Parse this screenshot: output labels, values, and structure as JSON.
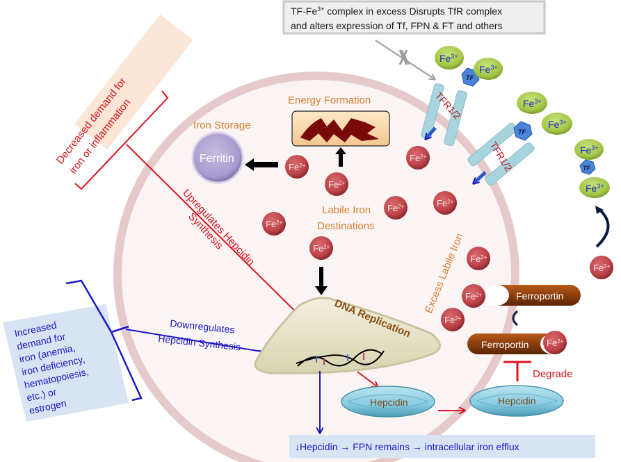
{
  "top_box": {
    "line1_pre": "TF-Fe",
    "line1_sup": "3+",
    "line1_post": " complex in excess Disrupts TfR complex",
    "line2": "and alters expression of Tf, FPN & FT and others"
  },
  "labels": {
    "energy_formation": "Energy Formation",
    "iron_storage": "Iron Storage",
    "ferritin": "Ferritin",
    "labile_iron_1": "Labile Iron",
    "labile_iron_2": "Destinations",
    "excess_labile_iron": "Excess Labile Iron",
    "dna_replication": "DNA Replication",
    "hepcidin": "Hepcidin",
    "ferroportin": "Ferroportin",
    "degrade": "Degrade",
    "tfr": "TFR1/2",
    "tf": "TF"
  },
  "ions": {
    "fe2_base": "Fe",
    "fe2_sup": "2+",
    "fe3_base": "Fe",
    "fe3_sup": "3+"
  },
  "decreased_box": {
    "line1": "Decreased demand for",
    "line2": "iron or inflammation"
  },
  "upregulates": {
    "line1": "Upregulates Hepcidin",
    "line2": "Synthesis"
  },
  "increased_box": {
    "lines": [
      "Increased",
      "demand for",
      "iron (anemia,",
      "iron deficiency,",
      "hematopoiesis,",
      "etc.) or",
      "estrogen"
    ]
  },
  "downregulates": {
    "line1": "Downregulates",
    "line2": "Hepcidin Synthesis"
  },
  "bottom_box": {
    "text": "↓Hepcidin → FPN remains → intracellular iron efflux"
  },
  "colors": {
    "cell_fill": "#fbf3f3",
    "membrane": "#e8cccc",
    "fe2": "#c0464c",
    "fe3": "#a6c94a",
    "tf": "#4a84d8",
    "tfr": "#a8d4de",
    "ferroportin": "#8a4010",
    "hepcidin": "#8ccfe0",
    "red_arrow": "#d8141c",
    "blue_arrow": "#1919c8"
  }
}
